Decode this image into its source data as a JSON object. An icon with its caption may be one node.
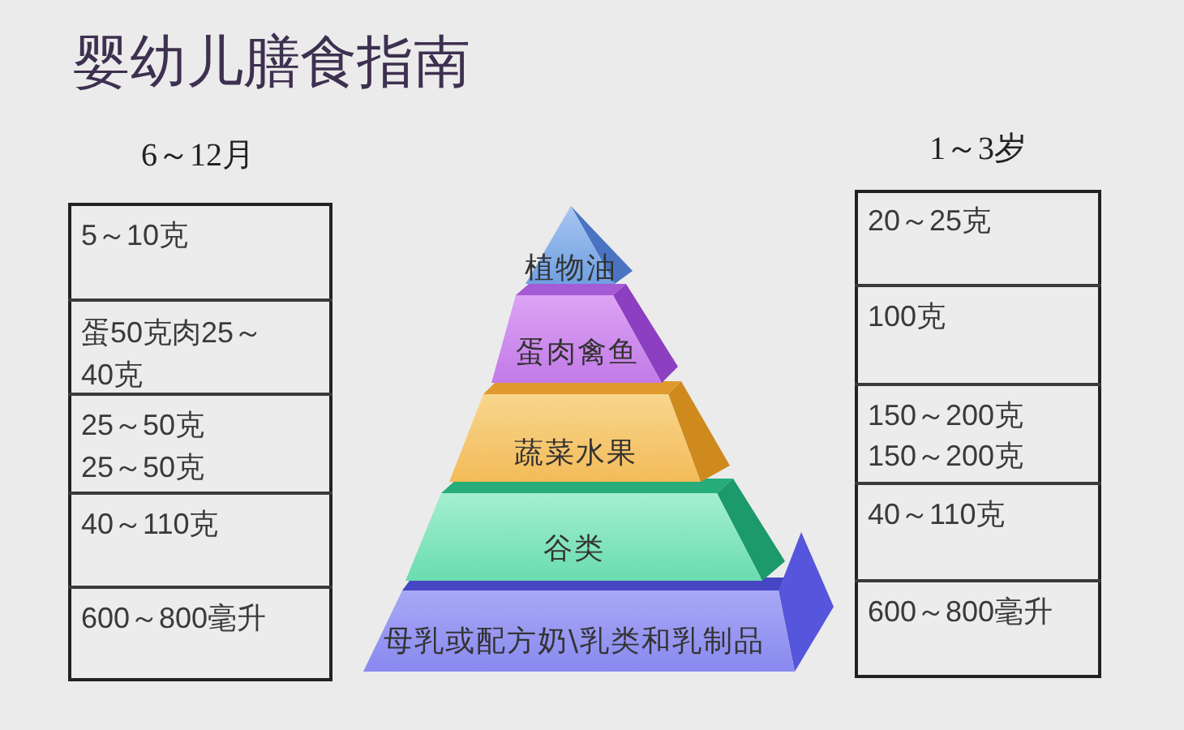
{
  "diagram": {
    "title": "婴幼儿膳食指南",
    "nodes": [
      {
        "text": [
          "植物油"
        ]
      },
      {
        "text": [
          "蛋肉禽鱼"
        ]
      },
      {
        "text": [
          "蔬菜水果"
        ]
      },
      {
        "text": [
          "谷类"
        ]
      },
      {
        "text": [
          "母乳或配方奶\\乳类和乳制品"
        ]
      }
    ],
    "labels": [
      "6～12月",
      "5～10克",
      "蛋50克肉25～40克",
      "25～50克",
      "25～50克",
      "40～110克",
      "600～800毫升",
      "1～3岁",
      "20～25克",
      "100克",
      "150～200克",
      "150～200克",
      "40～110克",
      "600～800毫升"
    ]
  }
}
